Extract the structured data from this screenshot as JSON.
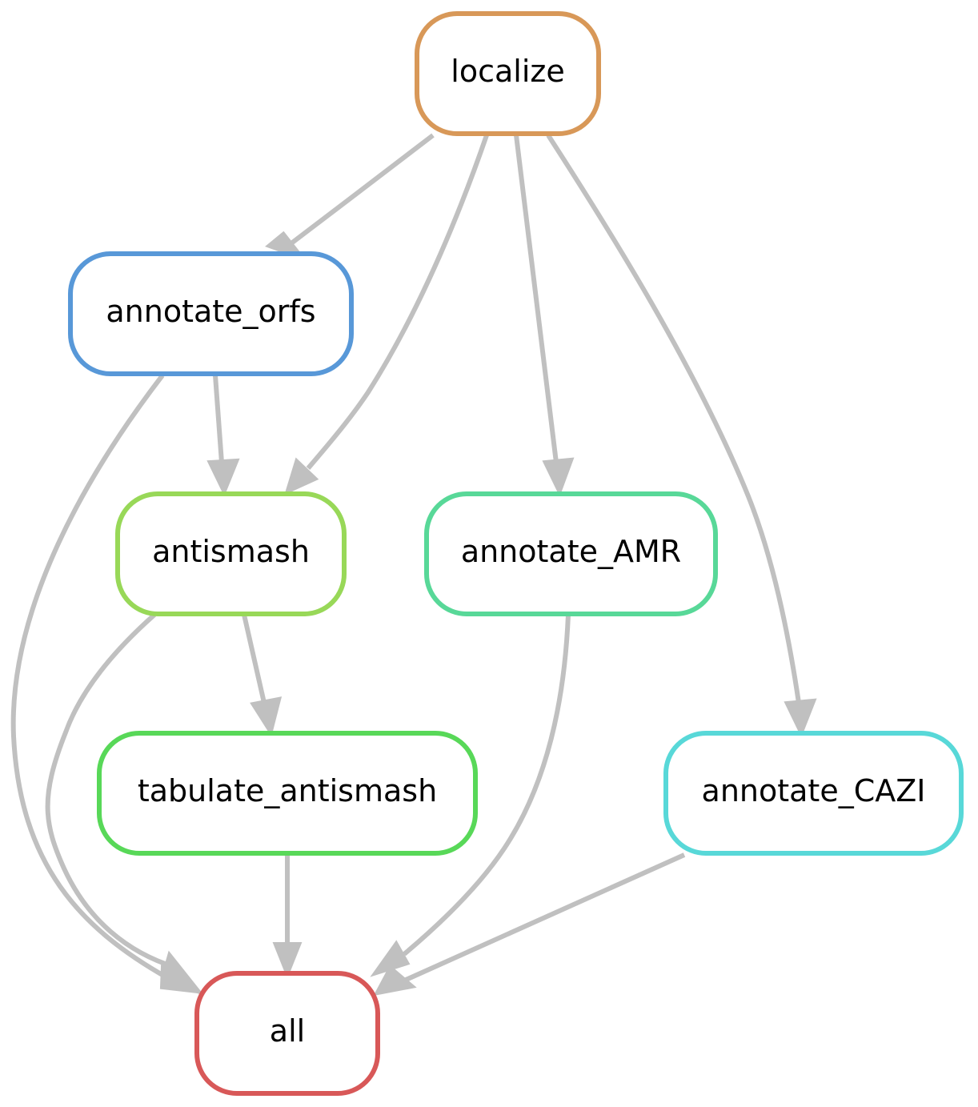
{
  "diagram": {
    "type": "workflow-dag",
    "nodes": {
      "localize": {
        "label": "localize",
        "color": "#d89858"
      },
      "annotate_orfs": {
        "label": "annotate_orfs",
        "color": "#5898d8"
      },
      "antismash": {
        "label": "antismash",
        "color": "#98d858"
      },
      "annotate_AMR": {
        "label": "annotate_AMR",
        "color": "#58d898"
      },
      "tabulate_antismash": {
        "label": "tabulate_antismash",
        "color": "#58d858"
      },
      "annotate_CAZI": {
        "label": "annotate_CAZI",
        "color": "#58d8d8"
      },
      "all": {
        "label": "all",
        "color": "#d85858"
      }
    },
    "edges": [
      {
        "from": "localize",
        "to": "annotate_orfs"
      },
      {
        "from": "localize",
        "to": "antismash"
      },
      {
        "from": "localize",
        "to": "annotate_AMR"
      },
      {
        "from": "localize",
        "to": "annotate_CAZI"
      },
      {
        "from": "annotate_orfs",
        "to": "antismash"
      },
      {
        "from": "annotate_orfs",
        "to": "all"
      },
      {
        "from": "antismash",
        "to": "tabulate_antismash"
      },
      {
        "from": "antismash",
        "to": "all"
      },
      {
        "from": "annotate_AMR",
        "to": "all"
      },
      {
        "from": "tabulate_antismash",
        "to": "all"
      },
      {
        "from": "annotate_CAZI",
        "to": "all"
      }
    ],
    "edge_color": "#c0c0c0"
  }
}
